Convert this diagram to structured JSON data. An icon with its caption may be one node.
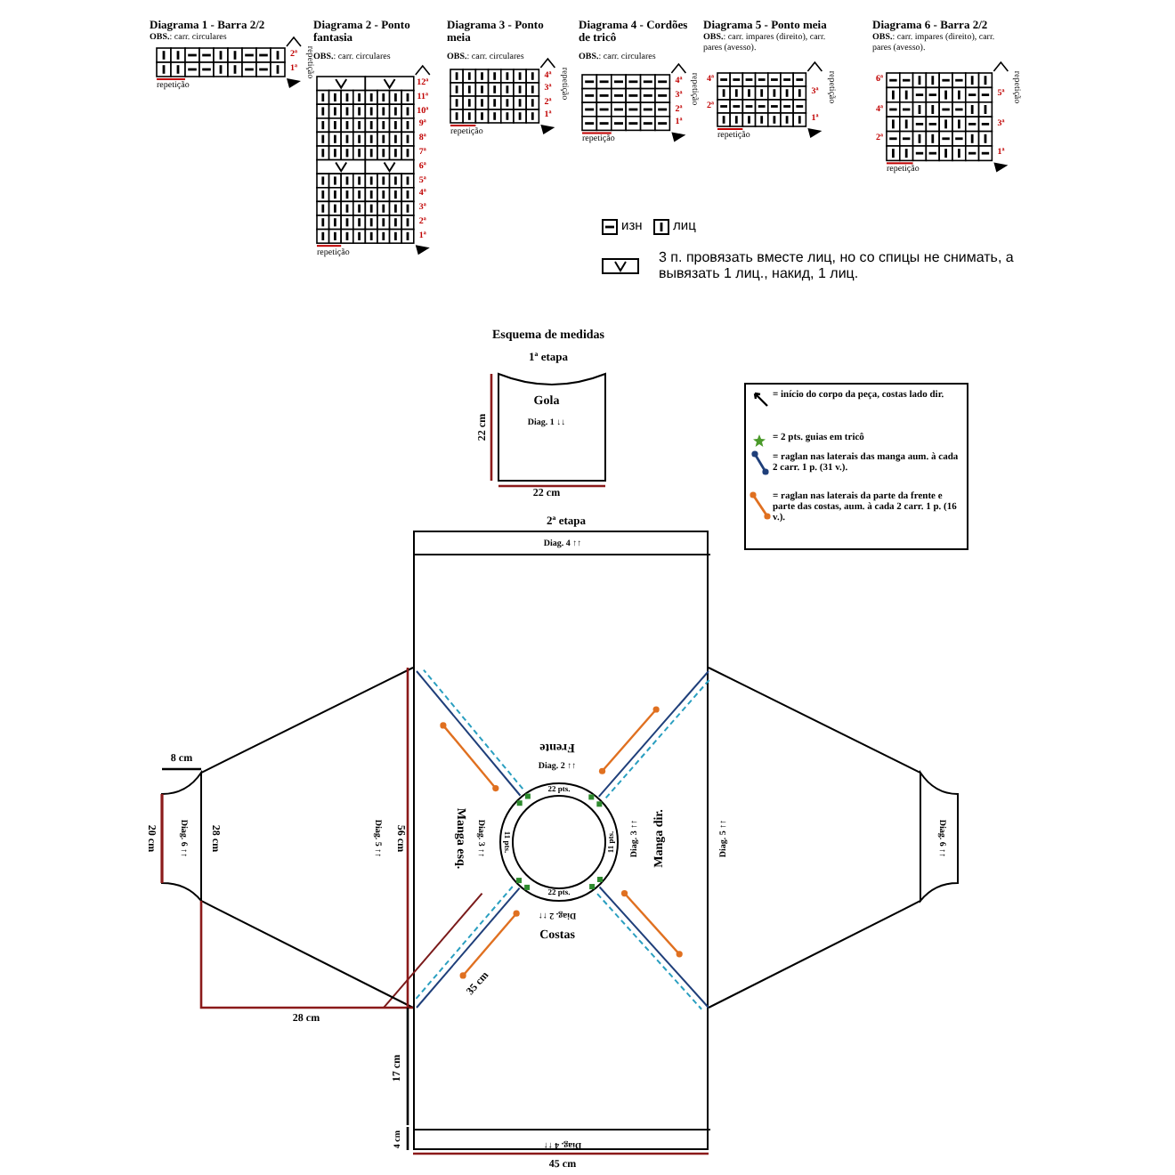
{
  "diagram": {
    "nodes": [
      {
        "text": [
          "Diagrama 1 - Barra 2/2",
          "**OBS.**: carr. circulares",
          "2ª",
          "1ª",
          "repetição",
          "repetição"
        ]
      },
      {
        "text": [
          "Diagrama 2 - Ponto fantasia",
          "**OBS.**: carr. circulares",
          "12ª",
          "11ª",
          "10ª",
          "9ª",
          "8ª",
          "7ª",
          "6ª",
          "5ª",
          "4ª",
          "3ª",
          "2ª",
          "1ª",
          "repetição"
        ]
      },
      {
        "text": [
          "Diagrama 3 - Ponto meia",
          "**OBS.**: carr. circulares",
          "4ª",
          "3ª",
          "2ª",
          "1ª",
          "repetição",
          "repetição"
        ]
      },
      {
        "text": [
          "Diagrama 4 - Cordões de tricô",
          "**OBS.**: carr. circulares",
          "4ª",
          "3ª",
          "2ª",
          "1ª",
          "repetição",
          "repetição"
        ]
      },
      {
        "text": [
          "Diagrama 5 - Ponto meia",
          "**OBS.**: carr. impares (direito), carr. pares (avesso).",
          "4ª",
          "3ª",
          "2ª",
          "1ª",
          "repetição",
          "repetição"
        ]
      },
      {
        "text": [
          "Diagrama 6 - Barra 2/2",
          "**OBS.**: carr. impares (direito), carr. pares (avesso).",
          "6ª",
          "5ª",
          "4ª",
          "3ª",
          "2ª",
          "1ª",
          "repetição",
          "repetição"
        ]
      },
      {
        "text": [
          "Gola",
          "Diag. 1 ↓↓"
        ],
        "beside": [
          "1ª etapa"
        ]
      },
      {
        "text": [],
        "shape": "box",
        "beside": [
          "2ª etapa"
        ]
      },
      {
        "text": [
          "Diag. 4 ↑↑"
        ],
        "in": 7
      },
      {
        "text": [
          "Diag. 4 ↑↑"
        ],
        "in": 7
      },
      {
        "text": [
          "22 pts.",
          "11 pts.",
          "11 pts.",
          "22 pts."
        ],
        "in": 7
      },
      {
        "text": [
          "Diag. 5 ↑↑"
        ]
      },
      {
        "text": [
          "Diag. 6 ↑↑"
        ]
      },
      {
        "text": [
          "Diag. 5 ↑↑"
        ]
      },
      {
        "text": [
          "Diag. 6 ↑↑"
        ]
      }
    ],
    "labels": [
      "Esquema de medidas",
      "22 cm",
      "22 cm",
      "Frente",
      "Diag. 2 ↑↑",
      "Manga esq.",
      "Diag. 3 ↑↑",
      "Manga dir.",
      "Diag. 3 ↑↑",
      "Diag. 2 ↑↑",
      "Costas",
      "8 cm",
      "20 cm",
      "28 cm",
      "56 cm",
      "28 cm",
      "35 cm",
      "17 cm",
      "4 cm",
      "45 cm"
    ],
    "legend": [
      {
        "text": "изн"
      },
      {
        "text": "лиц"
      },
      {
        "text": "3 п. провязать вместе лиц, но со спицы не снимать, а вывязать 1 лиц., накид, 1 лиц."
      },
      {
        "text": "= início do corpo da peça, costas lado dir."
      },
      {
        "text": "= 2 pts. guias em tricô"
      },
      {
        "text": "= raglan nas laterais das manga aum. à cada 2 carr. 1 p. (31 v.)."
      },
      {
        "text": "= raglan nas laterais da parte da frente e parte das costas, aum. à cada 2 carr. 1 p. (16 v.)."
      }
    ]
  }
}
